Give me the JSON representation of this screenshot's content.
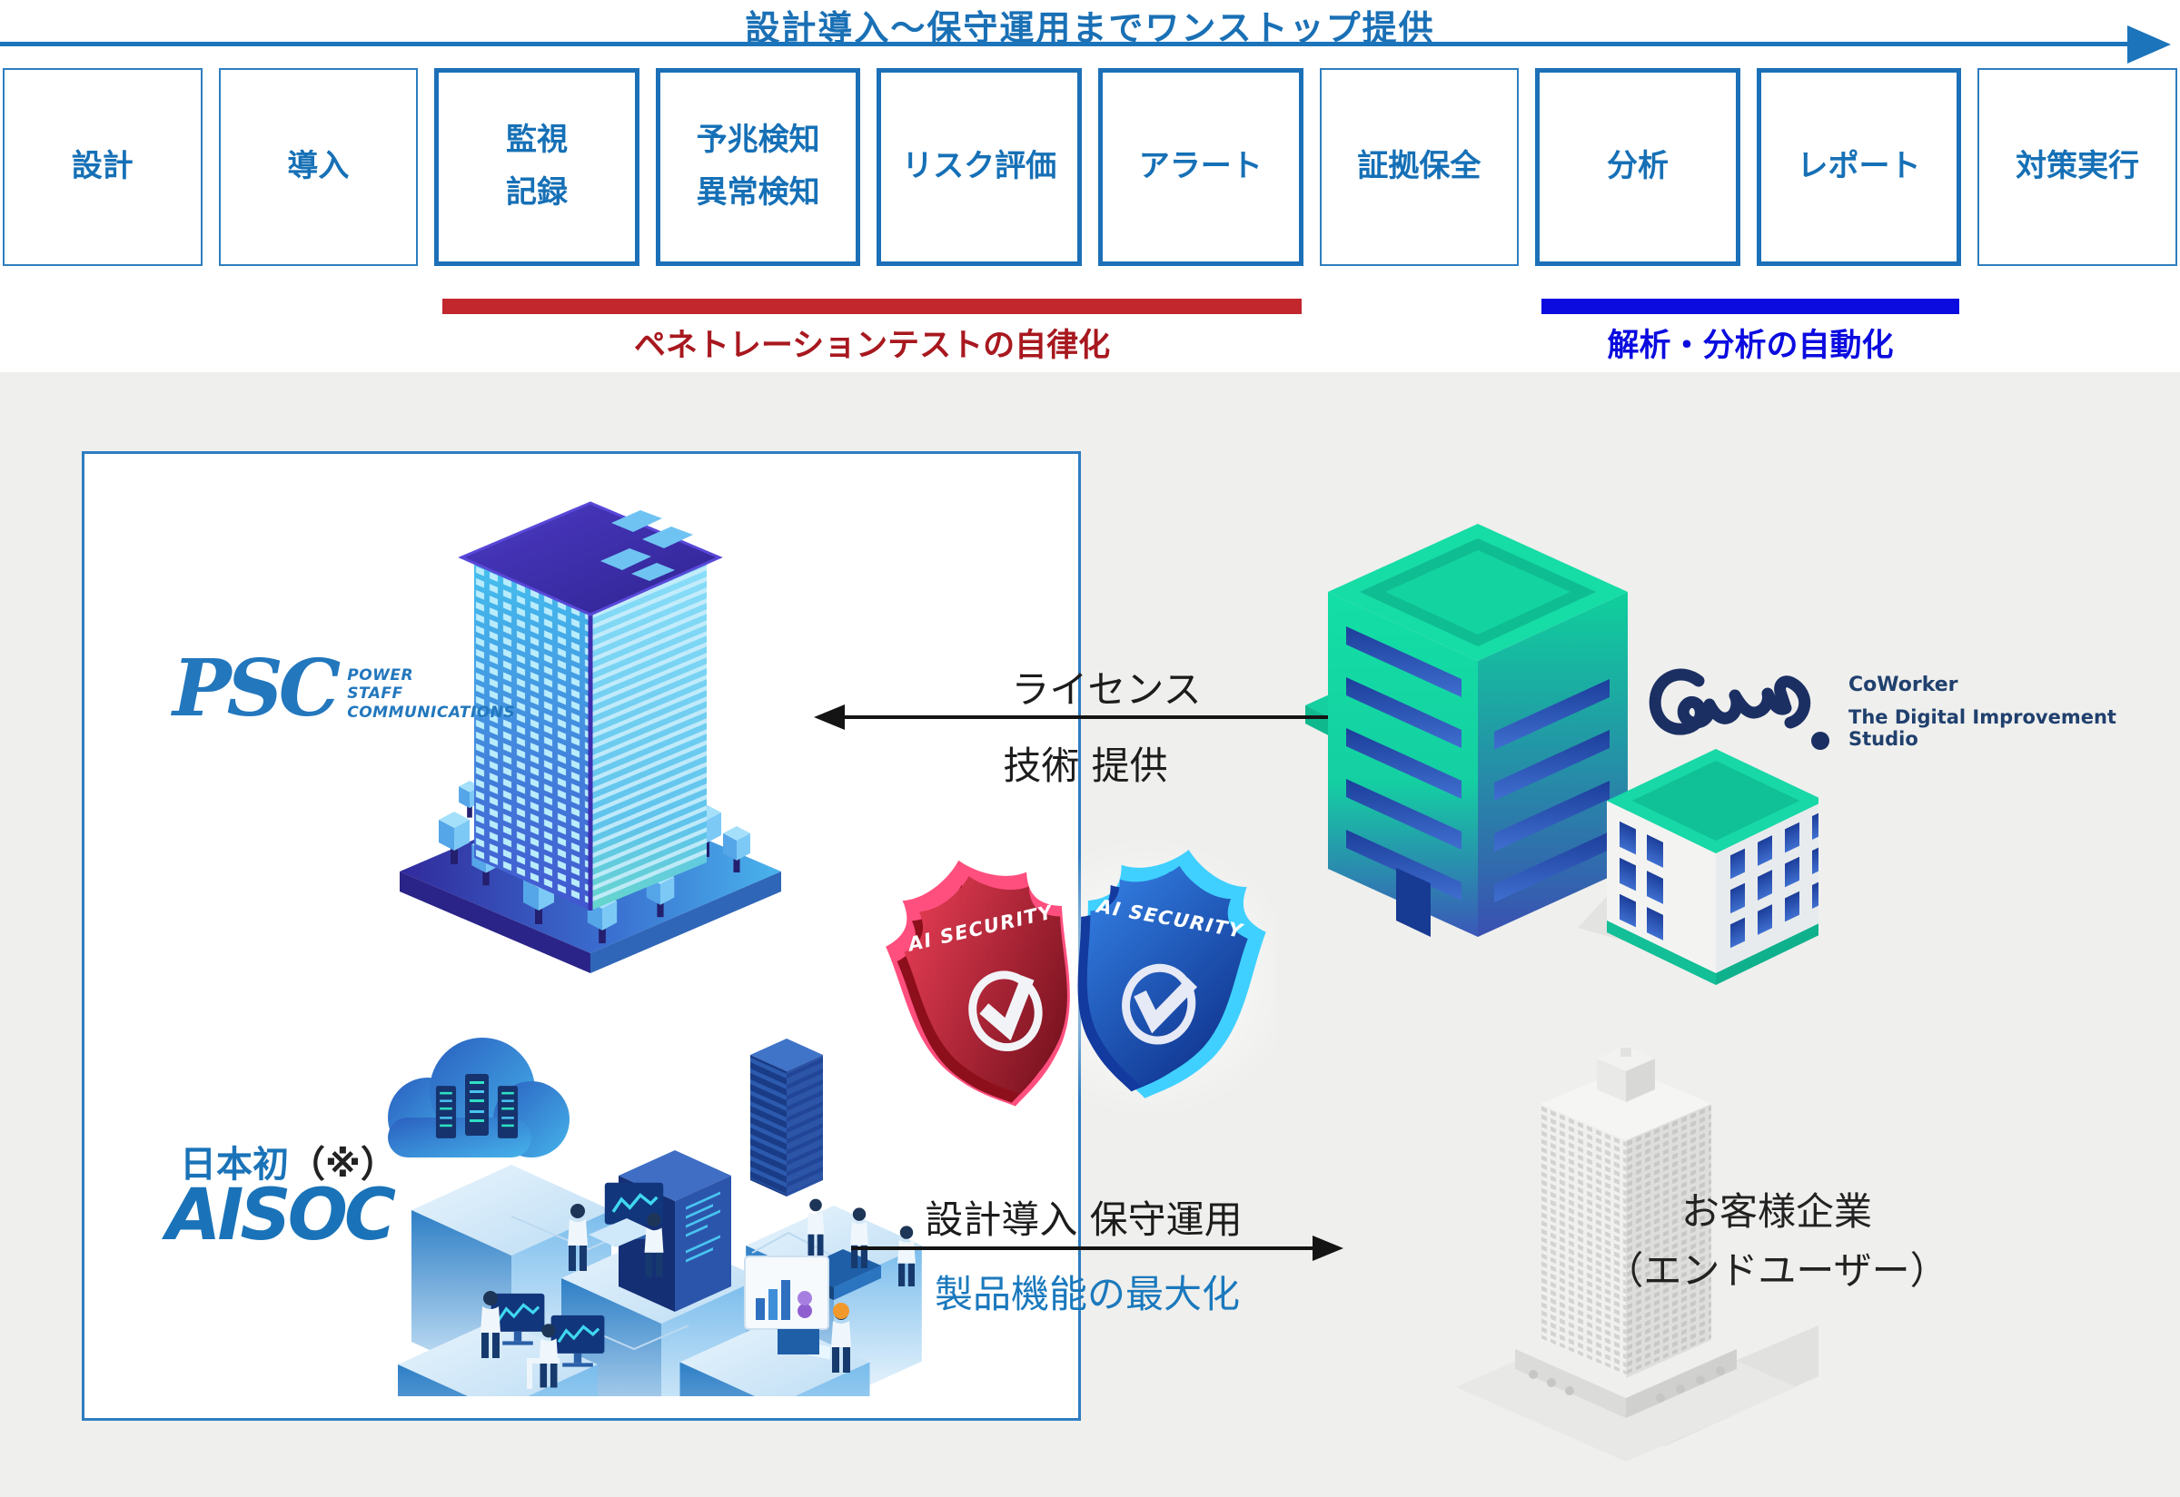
{
  "header": {
    "title": "設計導入〜保守運用までワンストップ提供",
    "steps": [
      {
        "line1": "設計",
        "line2": ""
      },
      {
        "line1": "導入",
        "line2": ""
      },
      {
        "line1": "監視",
        "line2": "記録"
      },
      {
        "line1": "予兆検知",
        "line2": "異常検知"
      },
      {
        "line1": "リスク評価",
        "line2": ""
      },
      {
        "line1": "アラート",
        "line2": ""
      },
      {
        "line1": "証拠保全",
        "line2": ""
      },
      {
        "line1": "分析",
        "line2": ""
      },
      {
        "line1": "レポート",
        "line2": ""
      },
      {
        "line1": "対策実行",
        "line2": ""
      }
    ],
    "red_band_label": "ペネトレーションテストの自律化",
    "blue_band_label": "解析・分析の自動化"
  },
  "main": {
    "psc": {
      "logo": "PSC",
      "sub1": "POWER",
      "sub2": "STAFF",
      "sub3": "COMMUNICATIONS"
    },
    "aisoc": {
      "pre_blue": "日本初",
      "pre_black": "（※）",
      "title": "AISOC"
    },
    "license_arrow": {
      "line1": "ライセンス",
      "line2": "技術 提供"
    },
    "deploy_arrow": {
      "line1": "設計導入 保守運用",
      "line2": "製品機能の最大化"
    },
    "shields": {
      "left_label": "AI SECURITY",
      "right_label": "AI SECURITY"
    },
    "coworker": {
      "script": "Cow.",
      "name": "CoWorker",
      "tagline": "The Digital Improvement Studio"
    },
    "customer": {
      "line1": "お客様企業",
      "line2": "（エンドユーザー）"
    }
  },
  "colors": {
    "primary_blue": "#1a73b8",
    "box_border_thin": "#2e7ebf",
    "box_border_thick": "#1c70b7",
    "red_bar": "#c1272d",
    "red_label": "#a8181f",
    "blue_bar": "#0b0be0",
    "gray_bg": "#efefed",
    "navy": "#1b2f63",
    "teal": "#14d8a4",
    "black_text": "#1c1c1c"
  }
}
